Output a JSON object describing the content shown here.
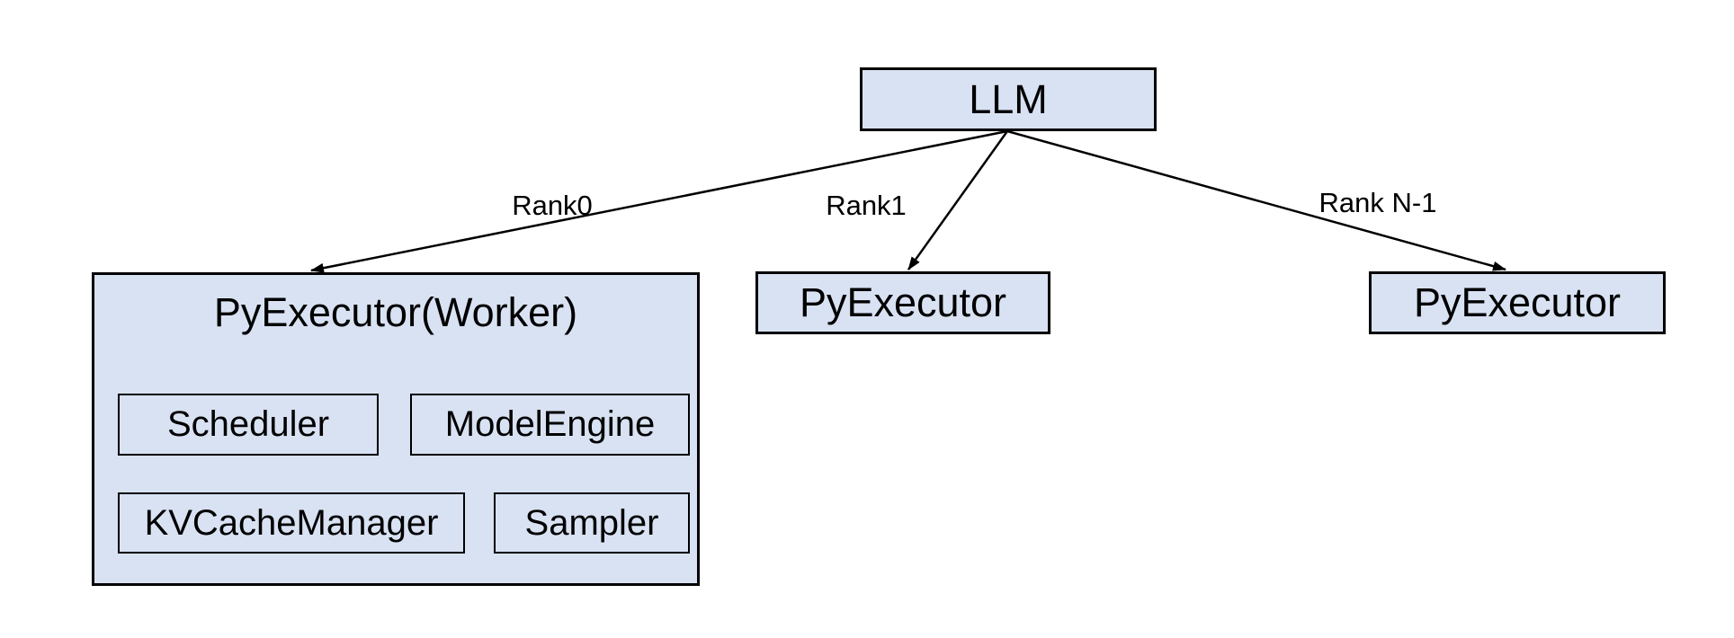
{
  "diagram": {
    "llm": {
      "label": "LLM"
    },
    "edges": [
      {
        "label": "Rank0",
        "from": "LLM",
        "to": "PyExecutor(Worker)"
      },
      {
        "label": "Rank1",
        "from": "LLM",
        "to": "PyExecutor"
      },
      {
        "label": "Rank N-1",
        "from": "LLM",
        "to": "PyExecutor"
      }
    ],
    "workers": [
      {
        "title": "PyExecutor(Worker)",
        "components": [
          "Scheduler",
          "ModelEngine",
          "KVCacheManager",
          "Sampler"
        ]
      },
      {
        "title": "PyExecutor"
      },
      {
        "title": "PyExecutor"
      }
    ],
    "colors": {
      "node_fill": "#d9e2f3",
      "node_border": "#000000",
      "text": "#000000",
      "arrow": "#000000",
      "background": "#ffffff"
    }
  }
}
